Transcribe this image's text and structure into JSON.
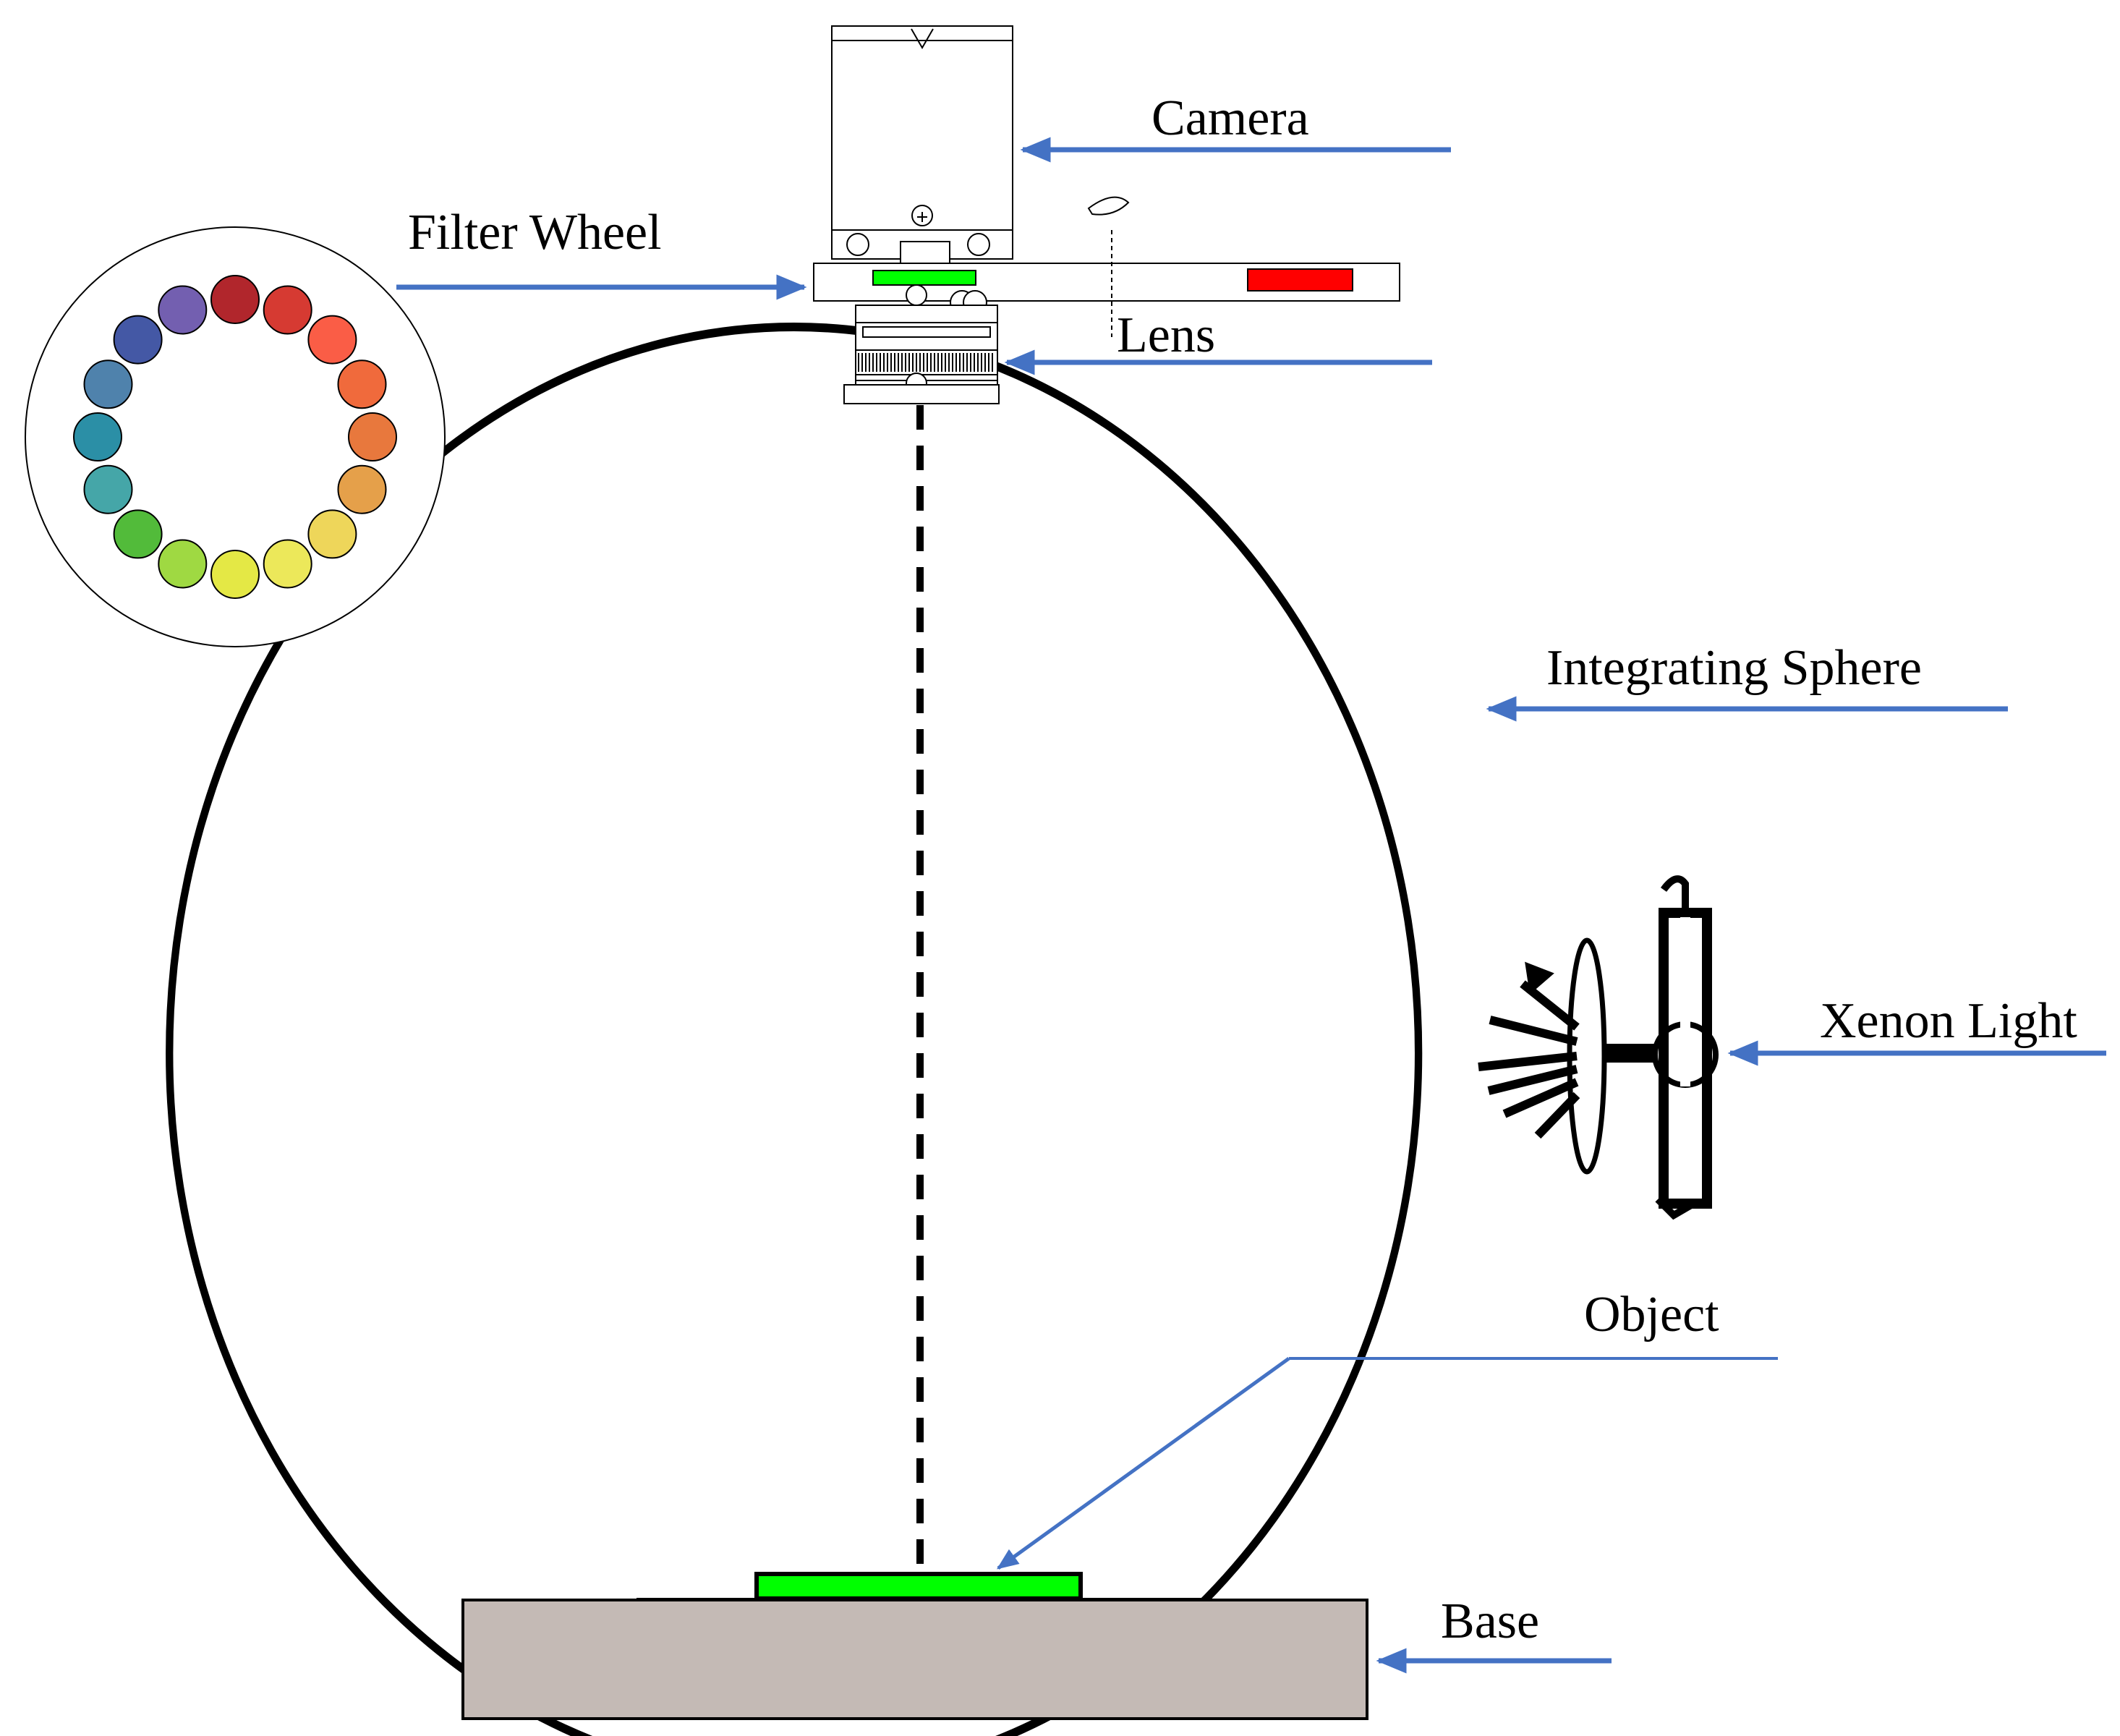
{
  "labels": {
    "camera": "Camera",
    "filter_wheel": "Filter Wheel",
    "lens": "Lens",
    "integrating_sphere": "Integrating Sphere",
    "xenon_light": "Xenon Light",
    "object": "Object",
    "base": "Base"
  },
  "colors": {
    "arrow": "#4472c4",
    "outline": "#000000",
    "object_green": "#00ff00",
    "base_fill": "#c4bab5",
    "filter_red": "#ff0000",
    "filter_wheel_swatches": [
      "#b1262c",
      "#d63a32",
      "#fa5d46",
      "#f06a3c",
      "#e8783d",
      "#e5a04a",
      "#eed65a",
      "#ece85a",
      "#e4e845",
      "#9fd942",
      "#52bb3a",
      "#45a6a8",
      "#2b8fa6",
      "#4f82ac",
      "#4458a5",
      "#735fb0"
    ]
  }
}
